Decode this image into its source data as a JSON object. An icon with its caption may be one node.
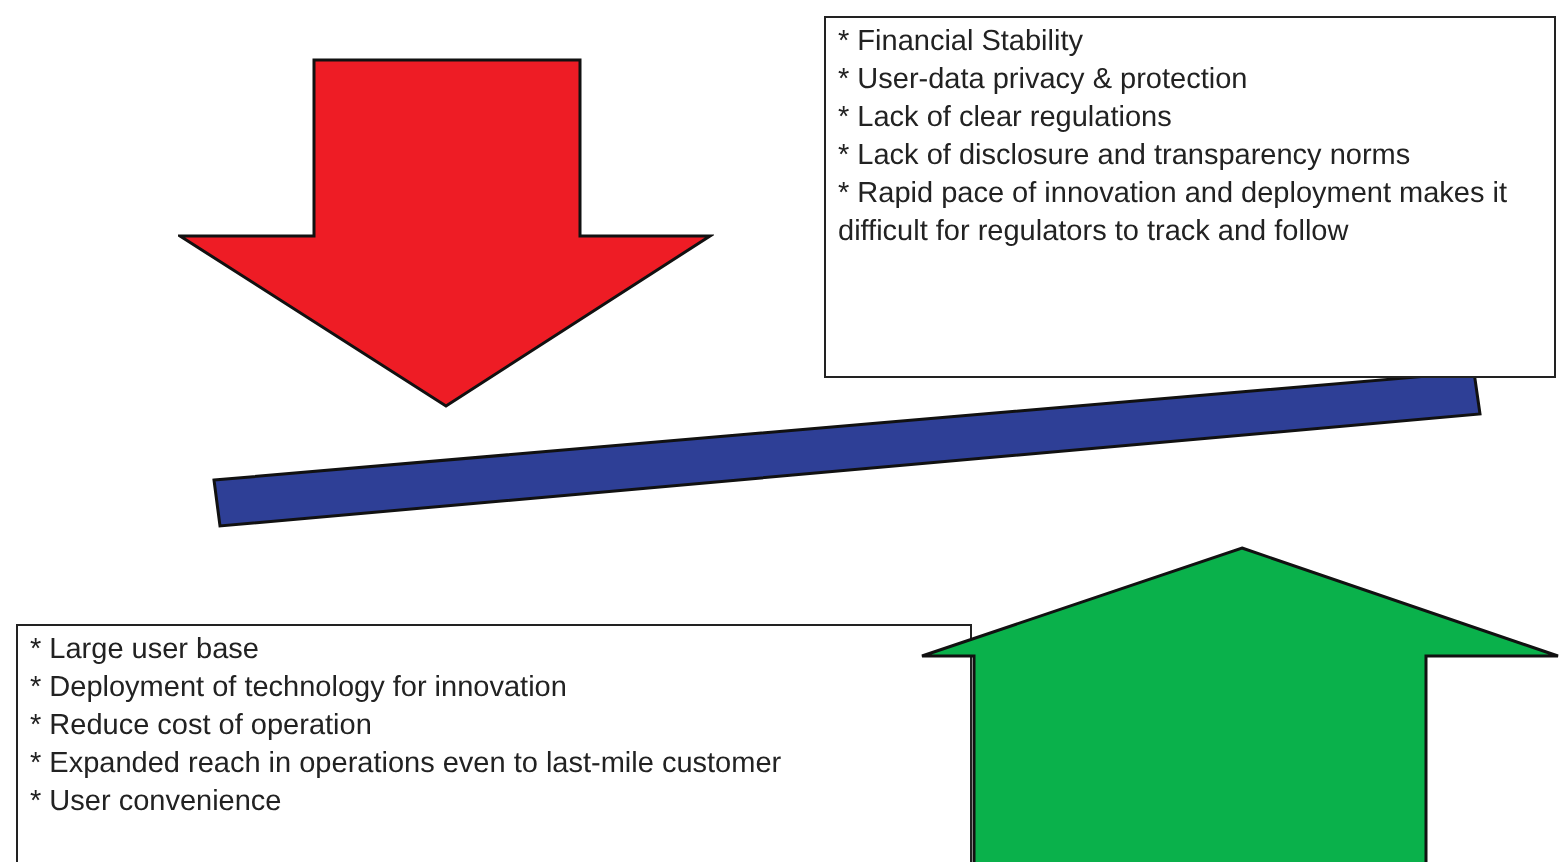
{
  "diagram": {
    "nodes": [
      {
        "text": [],
        "shape": "arrow"
      },
      {
        "text": [
          "* Financial Stability",
          "* User-data privacy & protection",
          "* Lack of clear regulations",
          "* Lack of disclosure and transparency norms",
          "* Rapid pace of innovation and deployment makes it difficult for regulators to track and follow"
        ]
      },
      {
        "text": [],
        "shape": "bar"
      },
      {
        "text": [
          "* Large user base",
          "* Deployment of technology for innovation",
          "* Reduce cost of operation",
          "* Expanded reach in operations even to last-mile customer",
          "* User convenience"
        ]
      },
      {
        "text": [],
        "shape": "arrow"
      }
    ]
  }
}
